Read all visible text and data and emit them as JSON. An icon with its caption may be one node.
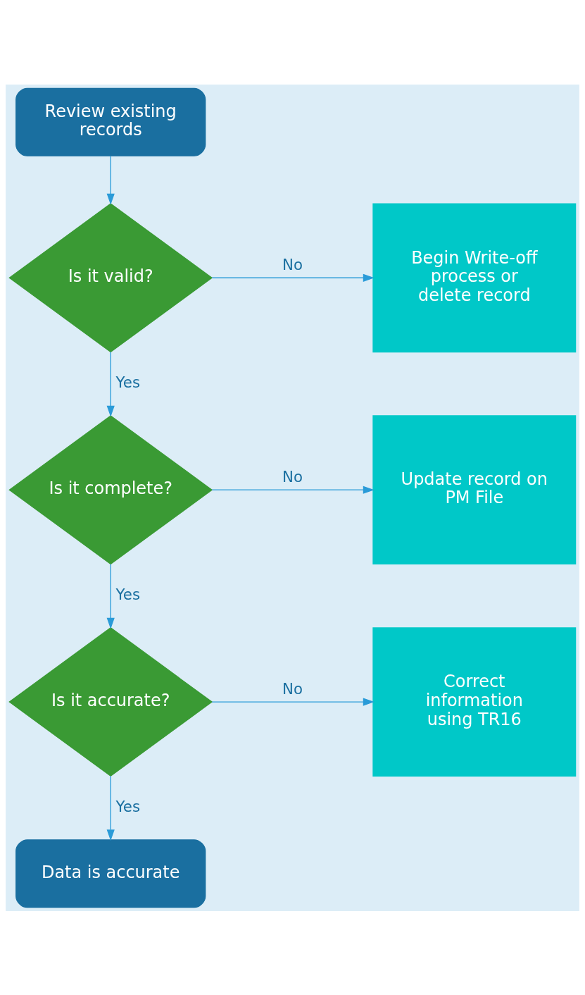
{
  "diagram": {
    "nodes": [
      {
        "text": [
          "Review existing records"
        ]
      },
      {
        "text": [
          "Is it valid?"
        ]
      },
      {
        "text": [
          "Begin Write-off process or delete record"
        ]
      },
      {
        "text": [
          "Is it complete?"
        ]
      },
      {
        "text": [
          "Update record on PM File"
        ]
      },
      {
        "text": [
          "Is it accurate?"
        ]
      },
      {
        "text": [
          "Correct information using TR16"
        ]
      },
      {
        "text": [
          "Data is accurate"
        ]
      }
    ],
    "edges": [
      {
        "from": 0,
        "to": 1,
        "arrow": "to"
      },
      {
        "from": 1,
        "to": 2,
        "arrow": "to",
        "label": "No"
      },
      {
        "from": 1,
        "to": 3,
        "arrow": "to",
        "label": "Yes"
      },
      {
        "from": 3,
        "to": 4,
        "arrow": "to",
        "label": "No"
      },
      {
        "from": 3,
        "to": 5,
        "arrow": "to",
        "label": "Yes"
      },
      {
        "from": 5,
        "to": 6,
        "arrow": "to",
        "label": "No"
      },
      {
        "from": 5,
        "to": 7,
        "arrow": "to",
        "label": "Yes"
      }
    ]
  }
}
